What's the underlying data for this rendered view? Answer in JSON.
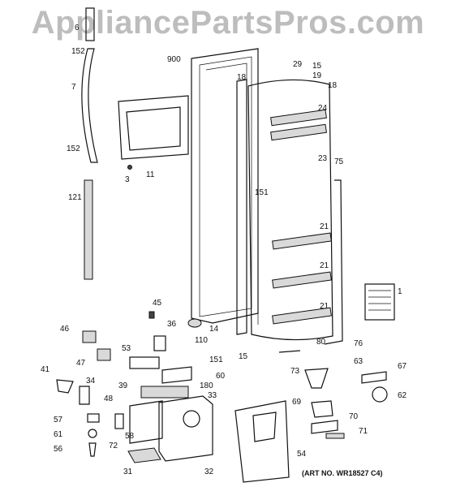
{
  "watermark": "AppliancePartsPros.com",
  "art_number": "(ART NO. WR18527 C4)",
  "callouts": [
    "6",
    "152",
    "7",
    "152",
    "121",
    "11",
    "3",
    "900",
    "29",
    "15",
    "19",
    "18",
    "18",
    "24",
    "23",
    "75",
    "151",
    "21",
    "21",
    "21",
    "1",
    "14",
    "15",
    "80",
    "76",
    "45",
    "36",
    "46",
    "110",
    "47",
    "53",
    "151",
    "60",
    "41",
    "34",
    "39",
    "180",
    "33",
    "48",
    "73",
    "63",
    "67",
    "62",
    "69",
    "70",
    "71",
    "57",
    "61",
    "56",
    "72",
    "58",
    "31",
    "32",
    "54"
  ]
}
